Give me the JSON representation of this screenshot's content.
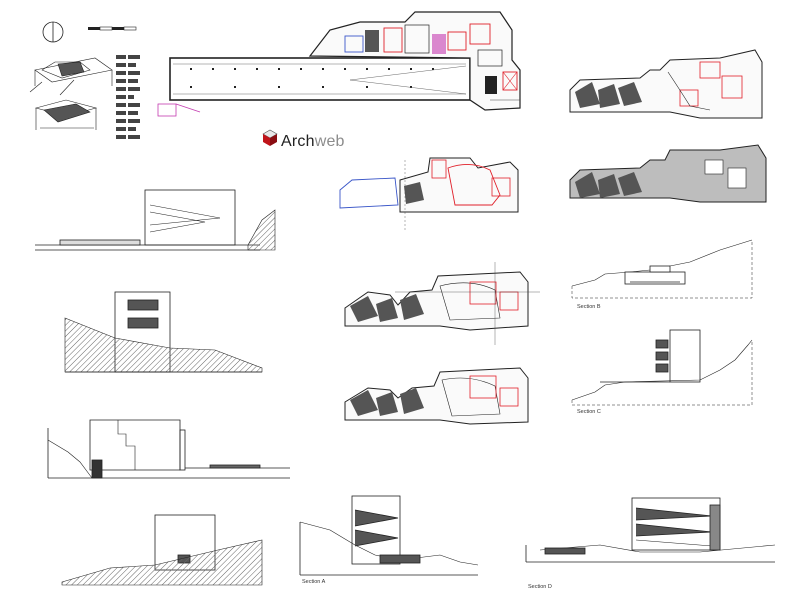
{
  "brand": {
    "name_part1": "Arch",
    "name_part2": "web",
    "accent": "#c0141a"
  },
  "section_labels": {
    "b": "Section B",
    "c": "Section C",
    "a": "Section A",
    "d": "Section D"
  },
  "colors": {
    "line": "#1a1a1a",
    "hatch": "#6b6b6b",
    "fill_dark": "#4a4a4a",
    "red": "#e0202a",
    "blue": "#3a56c8",
    "magenta": "#c43bb0"
  },
  "icons": [
    "north-arrow-icon",
    "archweb-cube-icon"
  ]
}
